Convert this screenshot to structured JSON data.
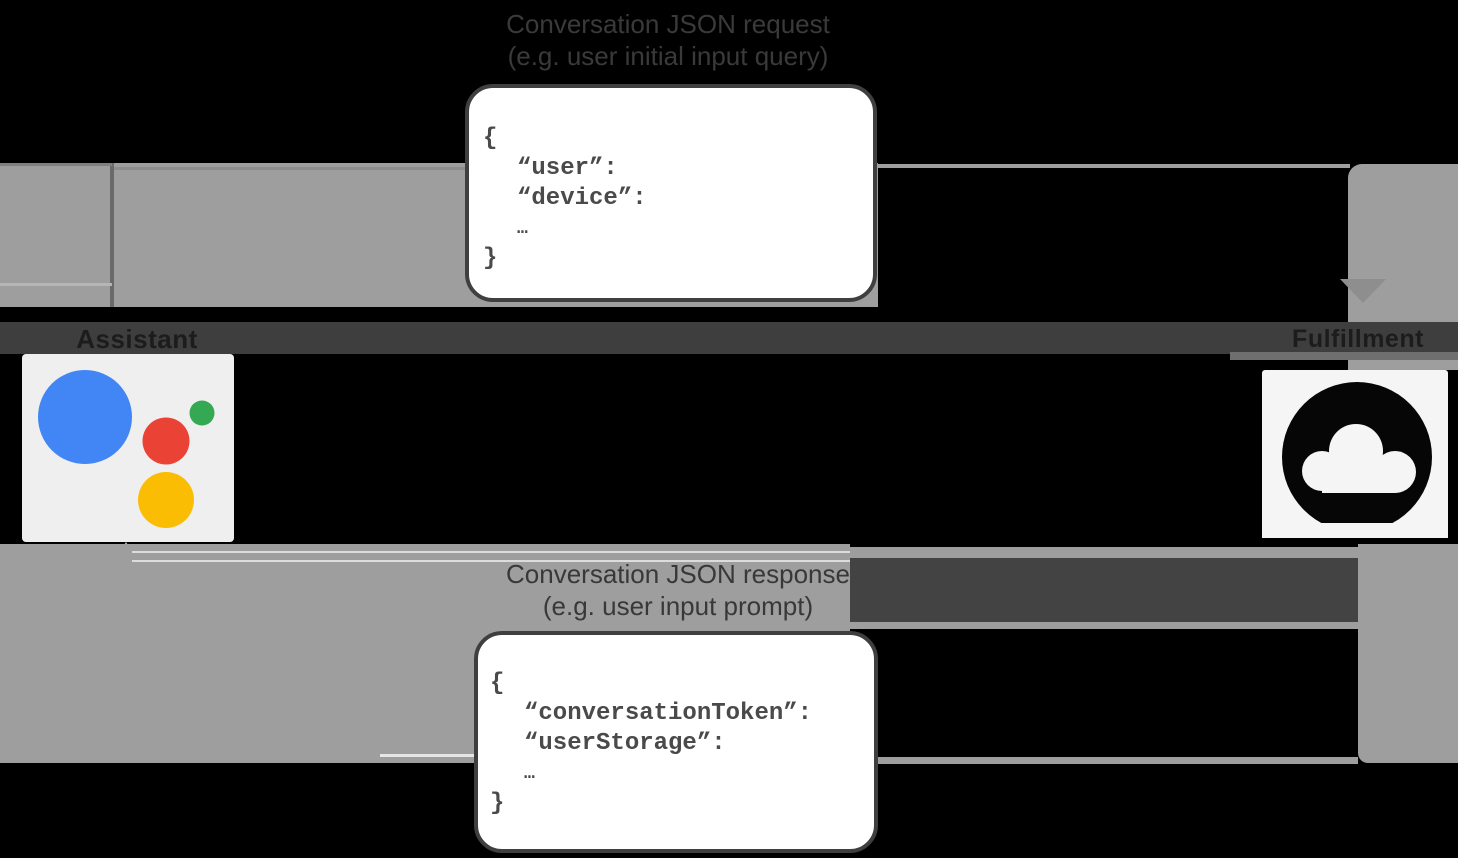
{
  "diagram": {
    "top_arrow": {
      "title": "Conversation JSON request",
      "subtitle": "(e.g. user initial input query)"
    },
    "bottom_arrow": {
      "title": "Conversation JSON response",
      "subtitle": "(e.g. user input prompt)"
    },
    "actors": {
      "left": "Assistant",
      "right": "Fulfillment"
    },
    "request_json": {
      "lines": [
        "{",
        "“user”:",
        "“device”:",
        "…",
        "}"
      ]
    },
    "response_json": {
      "lines": [
        "{",
        "“conversationToken”:",
        "“userStorage”:",
        "…",
        "}"
      ]
    },
    "colors": {
      "arrow_gray": "#9e9e9e",
      "band_dark": "#3e3e3e",
      "code_text": "#4a4a4a",
      "assistant_blue": "#4285f4",
      "assistant_red": "#ea4335",
      "assistant_green": "#34a853",
      "assistant_yellow": "#fbbc04",
      "cloud_black": "#060606",
      "cloud_white": "#f5f5f5"
    }
  }
}
